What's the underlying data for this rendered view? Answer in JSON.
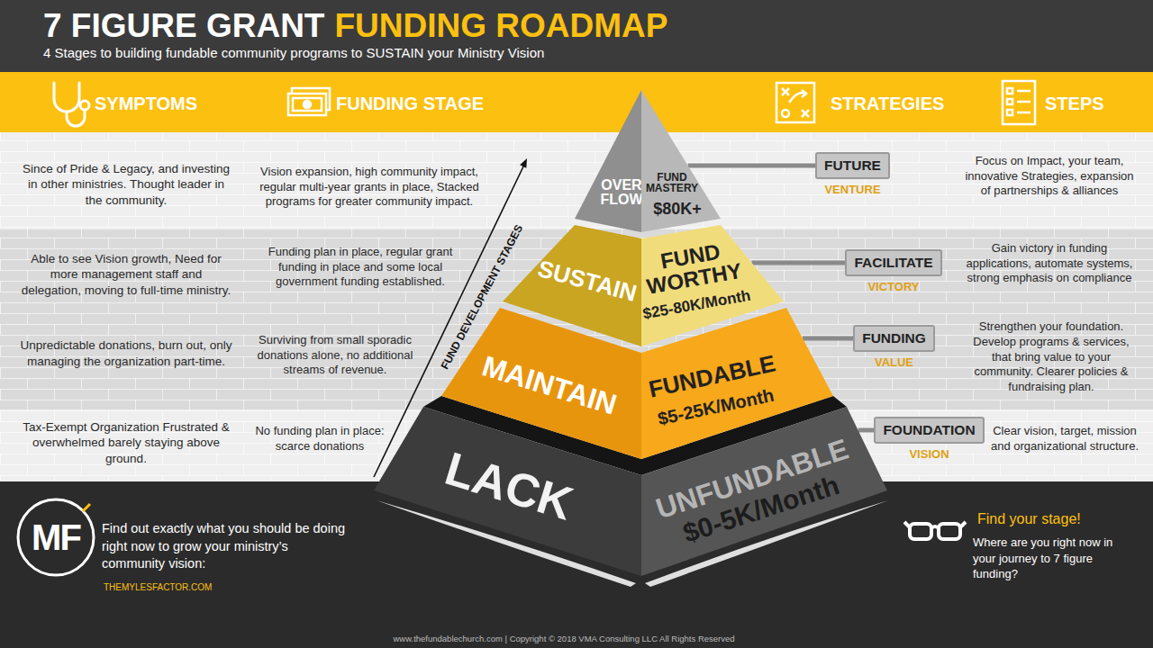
{
  "diagram": {
    "title": "7 FIGURE GRANT",
    "nodes": [
      {
        "text": [
          "OVER FLOW"
        ]
      },
      {
        "text": [
          "FUND MASTERY",
          "$80K+"
        ]
      },
      {
        "text": [
          "SUSTAIN"
        ]
      },
      {
        "text": [
          "FUND WORTHY",
          "$25-80K/Month"
        ]
      },
      {
        "text": [
          "MAINTAIN"
        ]
      },
      {
        "text": [
          "FUNDABLE",
          "$5-25K/Month"
        ]
      },
      {
        "text": [
          "LACK"
        ]
      },
      {
        "text": [
          "UNFUNDABLE",
          "$0-5K/Month"
        ]
      },
      {
        "text": [
          "FUTURE",
          "VENTURE"
        ]
      },
      {
        "text": [
          "FACILITATE",
          "VICTORY"
        ]
      },
      {
        "text": [
          "FUNDING",
          "VALUE"
        ]
      },
      {
        "text": [
          "FOUNDATION",
          "VISION"
        ]
      }
    ],
    "edges": [
      {
        "from": 1,
        "to": 8,
        "arrow": "none"
      },
      {
        "from": 3,
        "to": 9,
        "arrow": "none"
      },
      {
        "from": 5,
        "to": 10,
        "arrow": "none"
      },
      {
        "from": 7,
        "to": 11,
        "arrow": "none"
      }
    ],
    "labels": [
      "FUNDING ROADMAP",
      "4 Stages to building fundable community programs to SUSTAIN your Ministry Vision",
      "SYMPTOMS",
      "FUNDING STAGE",
      "STRATEGIES",
      "STEPS",
      "Since of Pride & Legacy, and investing in other ministries. Thought leader in the community.",
      "Able to see Vision growth, Need for more management staff and delegation, moving to full-time ministry.",
      "Unpredictable donations, burn out, only managing the organization part-time.",
      "Tax-Exempt Organization Frustrated & overwhelmed barely staying above ground.",
      "Vision expansion, high community impact, regular multi-year grants in place, Stacked programs for greater community impact.",
      "Funding plan in place, regular grant funding in place and some local government funding established.",
      "Surviving from small sporadic donations alone, no additional streams of revenue.",
      "No funding plan in place: scarce donations",
      "FUND DEVELOPMENT STAGES",
      "Focus on Impact, your team, innovative Strategies, expansion of partnerships & alliances",
      "Gain victory in funding applications, automate systems, strong emphasis on compliance",
      "Strengthen your foundation. Develop programs & services, that bring value to your community. Clearer policies & fundraising plan.",
      "Clear vision, target, mission and organizational structure.",
      "MF",
      "Find out exactly what you should be doing right now to grow your ministry’s community vision:",
      "THEMYLESFACTOR.COM",
      "Find your stage!",
      "Where are you right now in your journey to 7 figure funding?",
      "www.thefundablechurch.com | Copyright © 2018 VMA Consulting LLC All Rights Reserved"
    ]
  }
}
